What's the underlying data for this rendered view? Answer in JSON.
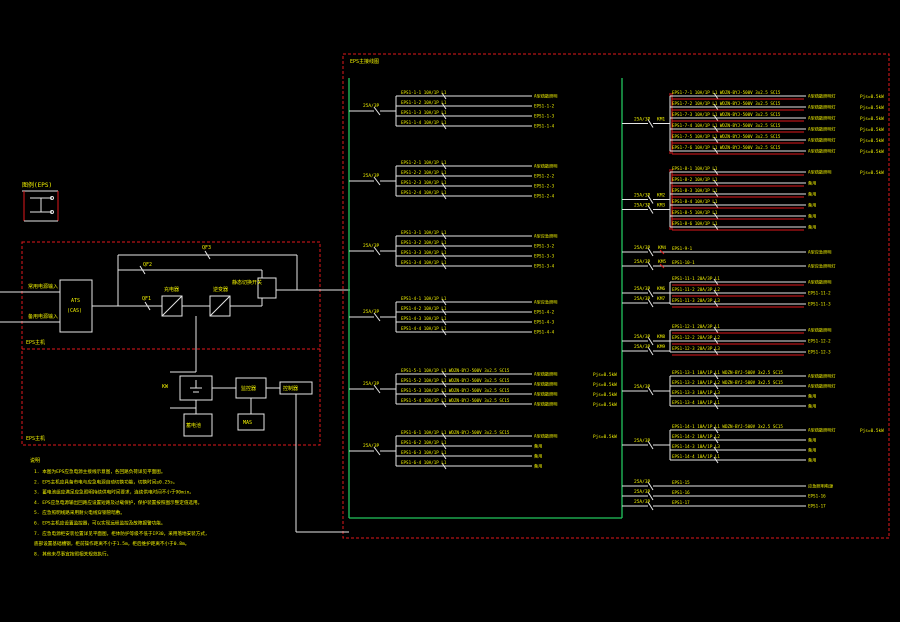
{
  "colors": {
    "background": "#000000",
    "frame": "#e0191b",
    "bus": "#22c55e",
    "wire": "#e6e6e6",
    "text": "#f2f200"
  },
  "input_panel": {
    "label": "EPS主机",
    "lower_label": "EPS主机",
    "input_main": "常用电源输入",
    "input_standby": "备用电源输入",
    "ats_line1": "ATS",
    "ats_line2": "(CAS)",
    "qf1": "QF1",
    "qf2": "QF2",
    "qf3": "QF3",
    "rectifier": "充电器",
    "inverter": "逆变器",
    "static_switch": "静态切换开关",
    "kw_label": "KW",
    "battery": "蓄电池",
    "monitor": "监控器",
    "mas": "MAS",
    "controller": "控制器"
  },
  "legend_title": "图例(EPS)",
  "bus_panel_label": "EPS主接线图",
  "left_groups": [
    {
      "breaker": "25A/3P",
      "rows": [
        "EPS1-1-1 10A/1P  L1",
        "EPS1-1-2 10A/1P  L1",
        "EPS1-1-3 10A/1P  L1",
        "EPS1-1-4 10A/1P  L1"
      ],
      "ends": [
        "A型疏散照明",
        "EPS1-1-2",
        "EPS1-1-3",
        "EPS1-1-4"
      ]
    },
    {
      "breaker": "25A/3P",
      "rows": [
        "EPS1-2-1 10A/1P  L1",
        "EPS1-2-2 10A/1P  L1",
        "EPS1-2-3 10A/1P  L1",
        "EPS1-2-4 10A/1P  L1"
      ],
      "ends": [
        "A型疏散照明",
        "EPS1-2-2",
        "EPS1-2-3",
        "EPS1-2-4"
      ]
    },
    {
      "breaker": "25A/3P",
      "rows": [
        "EPS1-3-1 10A/1P  L1",
        "EPS1-3-2 10A/1P  L1",
        "EPS1-3-3 10A/1P  L1",
        "EPS1-3-4 10A/1P  L1"
      ],
      "ends": [
        "A型应急照明",
        "EPS1-3-2",
        "EPS1-3-3",
        "EPS1-3-4"
      ]
    },
    {
      "breaker": "25A/3P",
      "rows": [
        "EPS1-4-1 10A/1P  L1",
        "EPS1-4-2 10A/1P  L1",
        "EPS1-4-3 10A/1P  L1",
        "EPS1-4-4 10A/1P  L1"
      ],
      "ends": [
        "A型应急照明",
        "EPS1-4-2",
        "EPS1-4-3",
        "EPS1-4-4"
      ]
    },
    {
      "breaker": "25A/3P",
      "rows": [
        "EPS1-5-1 10A/1P  L1  WDZN-BYJ-500V 3x2.5 SC15",
        "EPS1-5-2 10A/1P  L1  WDZN-BYJ-500V 3x2.5 SC15",
        "EPS1-5-3 10A/1P  L1  WDZN-BYJ-500V 3x2.5 SC15",
        "EPS1-5-4 10A/1P  L1  WDZN-BYJ-500V 3x2.5 SC15"
      ],
      "ends": [
        "A型疏散照明",
        "A型疏散照明",
        "A型疏散照明",
        "A型疏散照明"
      ],
      "loads": [
        "Pjs=0.5kW",
        "Pjs=0.5kW",
        "Pjs=0.5kW",
        "Pjs=0.5kW"
      ]
    },
    {
      "breaker": "25A/3P",
      "rows": [
        "EPS1-6-1 10A/1P  L1  WDZN-BYJ-500V 3x2.5 SC15",
        "EPS1-6-2 10A/1P  L1",
        "EPS1-6-3 10A/1P  L1",
        "EPS1-6-4 10A/1P  L1"
      ],
      "ends": [
        "A型疏散照明",
        "备用",
        "备用",
        "备用"
      ],
      "loads": [
        "Pjs=0.5kW"
      ]
    }
  ],
  "right_top_group": {
    "breaker": "25A/3P",
    "sub_breaker": "KM1",
    "rows": [
      "EPS1-7-1 10A/1P  L1  WDZN-BYJ-500V 3x2.5 SC15",
      "EPS1-7-2 10A/1P  L1  WDZN-BYJ-500V 3x2.5 SC15",
      "EPS1-7-3 10A/1P  L1  WDZN-BYJ-500V 3x2.5 SC15",
      "EPS1-7-4 10A/1P  L1  WDZN-BYJ-500V 3x2.5 SC15",
      "EPS1-7-5 10A/1P  L1  WDZN-BYJ-500V 3x2.5 SC15",
      "EPS1-7-6 10A/1P  L1  WDZN-BYJ-500V 3x2.5 SC15"
    ],
    "ends": [
      "A型疏散照明灯",
      "A型疏散照明灯",
      "A型疏散照明灯",
      "A型疏散照明灯",
      "A型疏散照明灯",
      "A型疏散照明灯"
    ],
    "loads": [
      "Pjs=0.5kW",
      "Pjs=0.5kW",
      "Pjs=0.5kW",
      "Pjs=0.5kW",
      "Pjs=0.5kW",
      "Pjs=0.5kW"
    ]
  },
  "right_second_group": {
    "breaker": "25A/3P",
    "sub_breaker": "KM2",
    "breaker2": "25A/3P",
    "sub_breaker2": "KM3",
    "rows": [
      "EPS1-8-1 10A/1P  L1",
      "EPS1-8-2 10A/1P  L1",
      "EPS1-8-3 10A/1P  L1",
      "EPS1-8-4 10A/1P  L1",
      "EPS1-8-5 10A/1P  L1",
      "EPS1-8-6 10A/1P  L1"
    ],
    "ends": [
      "A型疏散照明",
      "备用",
      "备用",
      "备用",
      "备用",
      "备用"
    ],
    "loads": [
      "Pjs=0.5kW"
    ]
  },
  "right_mid_rows": [
    {
      "breaker": "25A/3P",
      "sub": "KM4",
      "circuit": "EPS1-9-1",
      "end": "A型应急照明"
    },
    {
      "breaker": "25A/3P",
      "sub": "KM5",
      "circuit": "EPS1-10-1",
      "end": "A型应急照明灯"
    }
  ],
  "right_third_group": {
    "breaker": "25A/3P",
    "sub_breaker": "KM6",
    "breaker2": "25A/3P",
    "sub_breaker2": "KM7",
    "rows": [
      "EPS1-11-1  20A/3P  L1",
      "EPS1-11-2  20A/3P  L2",
      "EPS1-11-3  20A/3P  L3"
    ],
    "ends": [
      "A型疏散照明",
      "EPS1-11-2",
      "EPS1-11-3"
    ]
  },
  "right_fourth_group": {
    "breaker": "25A/3P",
    "sub_breaker": "KM8",
    "breaker2": "25A/3P",
    "sub_breaker2": "KM9",
    "rows": [
      "EPS1-12-1  20A/3P  L1",
      "EPS1-12-2  20A/3P  L2",
      "EPS1-12-3  20A/3P  L3"
    ],
    "ends": [
      "A型疏散照明",
      "EPS1-12-2",
      "EPS1-12-3"
    ]
  },
  "right_fifth_group": {
    "breaker": "25A/3P",
    "rows": [
      "EPS1-13-1 10A/1P  L1  WDZN-BYJ-500V 3x2.5 SC15",
      "EPS1-13-2 10A/1P  L2  WDZN-BYJ-500V 3x2.5 SC15",
      "EPS1-13-3 10A/1P  L3",
      "EPS1-13-4 10A/1P  L1"
    ],
    "ends": [
      "A型疏散照明灯",
      "A型疏散照明灯",
      "备用",
      "备用"
    ]
  },
  "right_sixth_group": {
    "breaker": "25A/3P",
    "rows": [
      "EPS1-14-1 10A/1P  L1  WDZN-BYJ-500V 3x2.5 SC15",
      "EPS1-14-2 10A/1P  L2",
      "EPS1-14-3 10A/1P  L3",
      "EPS1-14-4 10A/1P  L1"
    ],
    "ends": [
      "A型疏散照明灯",
      "备用",
      "备用",
      "备用"
    ],
    "loads": [
      "Pjs=0.5kW"
    ]
  },
  "right_bottom_rows": [
    {
      "breaker": "25A/3P",
      "circuit": "EPS1-15",
      "end": "应急照明电源"
    },
    {
      "breaker": "25A/3P",
      "circuit": "EPS1-16",
      "end": "EPS1-16"
    },
    {
      "breaker": "25A/3P",
      "circuit": "EPS1-17",
      "end": "EPS1-17"
    }
  ],
  "notes_title": "说明",
  "notes": [
    "1. 本图为EPS应急电源主接线示意图，各回路负荷详见平面图。",
    "2. EPS主机应具备市电与应急电源自动切换功能，切换时间≤0.25s。",
    "3. 蓄电池组应满足应急照明持续供电时间要求，连续供电时间不小于90min。",
    "4. EPS应急电源输出回路应设置短路及过载保护，保护装置按照图示整定值选用。",
    "5. 应急照明线路采用耐火电线穿钢管暗敷。",
    "6. EPS主机应设置监控器，可以实现远程监控及故障报警功能。",
    "7. 应急电源柜安装位置详见平面图，柜体防护等级不低于IP30，采用落地安装方式，",
    "   底部设置基础槽钢，柜前操作距离不小于1.5m，柜后维护距离不小于0.8m。",
    "8. 其他未尽事宜按照相关规范执行。"
  ]
}
